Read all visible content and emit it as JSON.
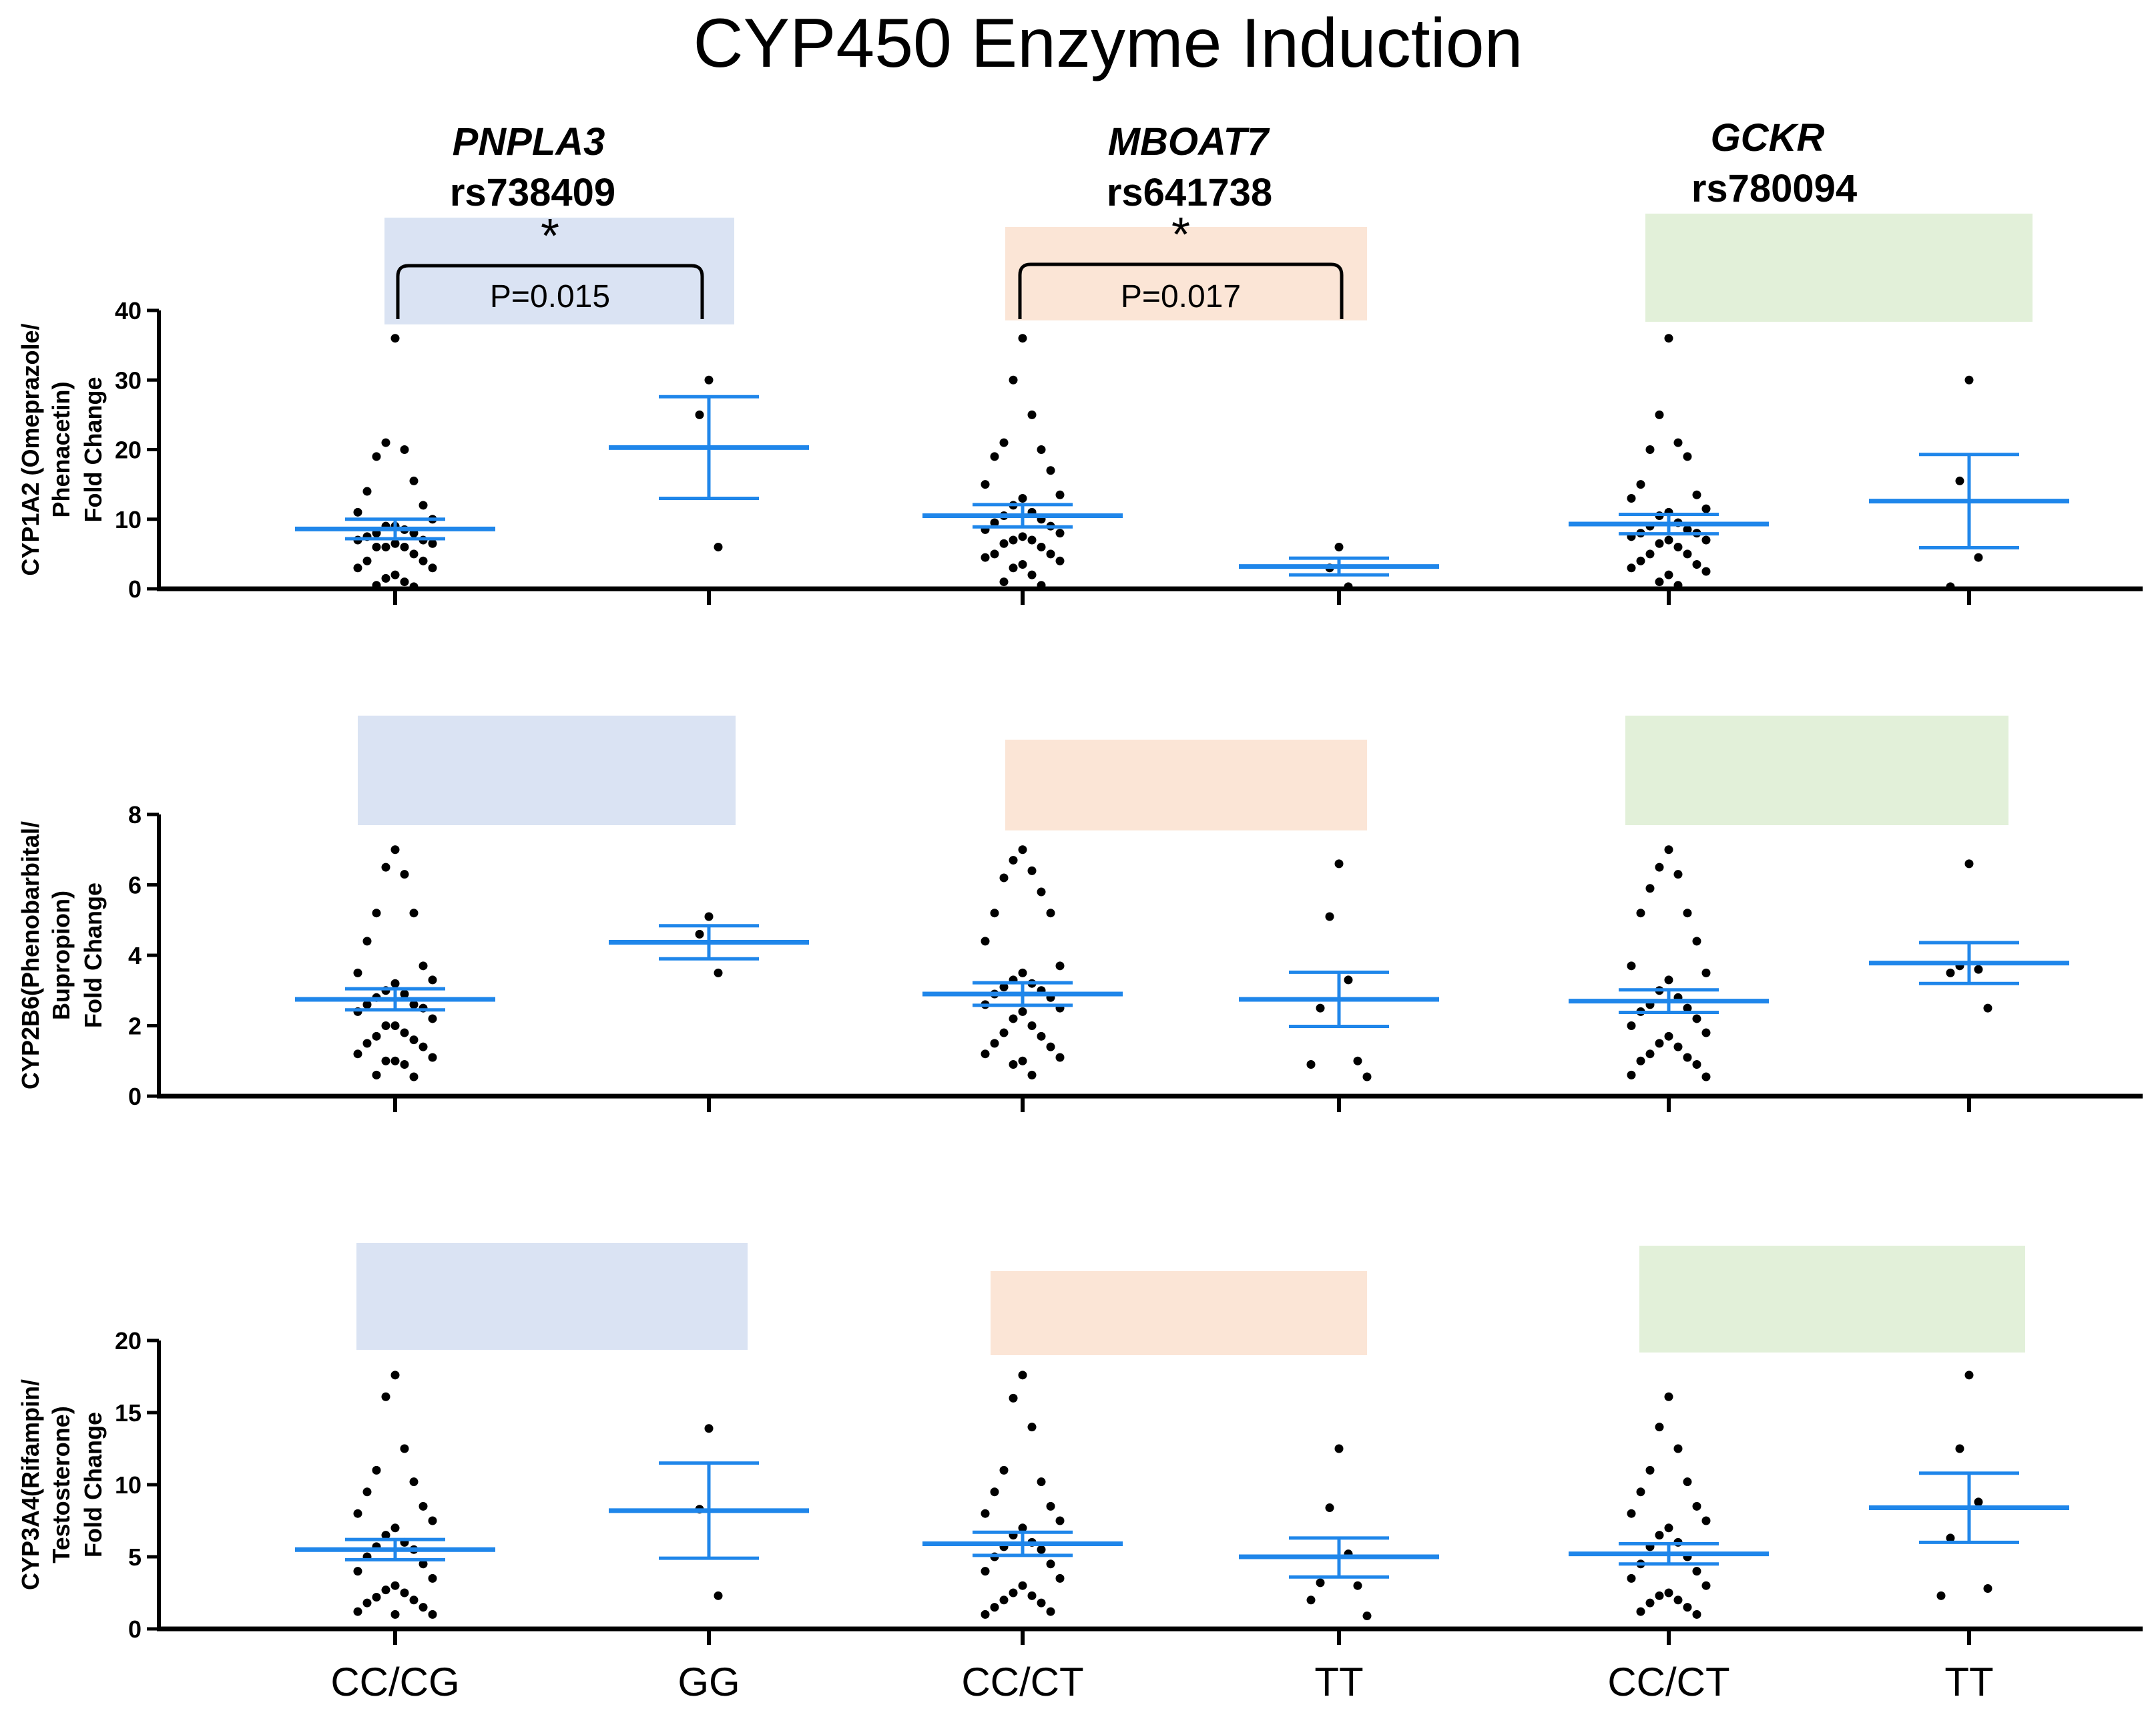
{
  "figure_title": "CYP450 Enzyme Induction",
  "genes": [
    {
      "name": "PNPLA3",
      "snp": "rs738409",
      "color": "#dae3f3"
    },
    {
      "name": "MBOAT7",
      "snp": "rs641738",
      "color": "#fbe5d6"
    },
    {
      "name": "GCKR",
      "snp": "rs780094",
      "color": "#e2f0d9"
    }
  ],
  "x_categories": [
    "CC/CG",
    "GG",
    "CC/CT",
    "TT",
    "CC/CT",
    "TT"
  ],
  "mean_color": "#1f86ea",
  "point_color": "#000000",
  "significance": [
    {
      "star": "*",
      "label": "P=0.015",
      "groups": [
        0,
        1
      ]
    },
    {
      "star": "*",
      "label": "P=0.017",
      "groups": [
        2,
        3
      ]
    }
  ],
  "chart_data": [
    {
      "type": "scatter",
      "ylabel": [
        "CYP1A2 (Omeprazole/",
        "Phenacetin)",
        "Fold Change"
      ],
      "ylim": [
        0,
        40
      ],
      "yticks": [
        0,
        10,
        20,
        30,
        40
      ],
      "groups": [
        {
          "category": "CC/CG",
          "mean": 8.6,
          "sem_low": 7.2,
          "sem_high": 10.0,
          "points": [
            36,
            21,
            20,
            19,
            15.5,
            14,
            12,
            11,
            10,
            9,
            9,
            8.5,
            8,
            8,
            7.5,
            7,
            7,
            6.5,
            6.5,
            6,
            6,
            6,
            5,
            4,
            4,
            3,
            3,
            2,
            1.5,
            1,
            0.5,
            0.3
          ]
        },
        {
          "category": "GG",
          "mean": 20.3,
          "sem_low": 13.0,
          "sem_high": 27.6,
          "points": [
            30,
            25,
            6
          ]
        },
        {
          "category": "CC/CT",
          "mean": 10.5,
          "sem_low": 8.9,
          "sem_high": 12.1,
          "points": [
            36,
            30,
            25,
            21,
            20,
            19,
            17,
            15,
            13.5,
            13,
            12,
            11,
            10.5,
            10,
            9.5,
            9,
            8.5,
            8,
            7.5,
            7,
            7,
            6.5,
            6,
            5,
            5,
            4.5,
            4,
            3.5,
            3,
            2,
            1,
            0.5
          ]
        },
        {
          "category": "TT",
          "mean": 3.2,
          "sem_low": 2.0,
          "sem_high": 4.4,
          "points": [
            6,
            3,
            0.3
          ]
        },
        {
          "category": "CC/CT",
          "mean": 9.3,
          "sem_low": 7.9,
          "sem_high": 10.7,
          "points": [
            36,
            25,
            21,
            20,
            19,
            15,
            13.5,
            13,
            11.5,
            11,
            10.5,
            9.5,
            9,
            8.5,
            8,
            8,
            7.5,
            7,
            7,
            6.5,
            6,
            5,
            5,
            4,
            3.5,
            3,
            2.5,
            2,
            1,
            0.5
          ]
        },
        {
          "category": "TT",
          "mean": 12.6,
          "sem_low": 5.9,
          "sem_high": 19.3,
          "points": [
            30,
            15.5,
            4.5,
            0.3
          ]
        }
      ]
    },
    {
      "type": "scatter",
      "ylabel": [
        "CYP2B6(Phenobarbital/",
        "Bupropion)",
        "Fold Change"
      ],
      "ylim": [
        0,
        8
      ],
      "yticks": [
        0,
        2,
        4,
        6,
        8
      ],
      "groups": [
        {
          "category": "CC/CG",
          "mean": 2.75,
          "sem_low": 2.45,
          "sem_high": 3.05,
          "points": [
            7.0,
            6.5,
            6.3,
            5.2,
            5.2,
            4.4,
            3.7,
            3.5,
            3.3,
            3.2,
            3.0,
            2.9,
            2.8,
            2.6,
            2.6,
            2.5,
            2.4,
            2.2,
            2.0,
            2.0,
            1.8,
            1.7,
            1.6,
            1.5,
            1.4,
            1.2,
            1.1,
            1.0,
            1.0,
            0.9,
            0.6,
            0.55
          ]
        },
        {
          "category": "GG",
          "mean": 4.37,
          "sem_low": 3.9,
          "sem_high": 4.84,
          "points": [
            5.1,
            4.6,
            3.5
          ]
        },
        {
          "category": "CC/CT",
          "mean": 2.9,
          "sem_low": 2.58,
          "sem_high": 3.22,
          "points": [
            7.0,
            6.7,
            6.4,
            6.2,
            5.8,
            5.2,
            5.2,
            4.4,
            3.7,
            3.5,
            3.3,
            3.2,
            3.1,
            3.0,
            2.9,
            2.8,
            2.6,
            2.5,
            2.4,
            2.2,
            2.0,
            1.8,
            1.7,
            1.5,
            1.4,
            1.2,
            1.1,
            1.0,
            0.9,
            0.6
          ]
        },
        {
          "category": "TT",
          "mean": 2.75,
          "sem_low": 1.98,
          "sem_high": 3.52,
          "points": [
            6.6,
            5.1,
            3.3,
            2.5,
            1.0,
            0.9,
            0.55
          ]
        },
        {
          "category": "CC/CT",
          "mean": 2.7,
          "sem_low": 2.38,
          "sem_high": 3.02,
          "points": [
            7.0,
            6.5,
            6.3,
            5.9,
            5.2,
            5.2,
            4.4,
            3.7,
            3.5,
            3.3,
            3.0,
            2.8,
            2.6,
            2.5,
            2.4,
            2.2,
            2.0,
            1.8,
            1.7,
            1.5,
            1.4,
            1.2,
            1.1,
            1.0,
            0.9,
            0.6,
            0.55
          ]
        },
        {
          "category": "TT",
          "mean": 3.78,
          "sem_low": 3.2,
          "sem_high": 4.36,
          "points": [
            6.6,
            3.7,
            3.6,
            3.5,
            2.5
          ]
        }
      ]
    },
    {
      "type": "scatter",
      "ylabel": [
        "CYP3A4(Rifampin/",
        "Testosterone)",
        "Fold Change"
      ],
      "ylim": [
        0,
        20
      ],
      "yticks": [
        0,
        5,
        10,
        15,
        20
      ],
      "groups": [
        {
          "category": "CC/CG",
          "mean": 5.5,
          "sem_low": 4.8,
          "sem_high": 6.2,
          "points": [
            17.6,
            16.1,
            12.5,
            11.0,
            10.2,
            9.5,
            8.5,
            8.0,
            7.5,
            7.0,
            6.5,
            6.0,
            5.7,
            5.5,
            5.0,
            4.5,
            4.0,
            3.5,
            3.0,
            2.7,
            2.5,
            2.2,
            2.0,
            1.8,
            1.5,
            1.2,
            1.0,
            1.0
          ]
        },
        {
          "category": "GG",
          "mean": 8.2,
          "sem_low": 4.9,
          "sem_high": 11.5,
          "points": [
            13.9,
            8.3,
            2.3
          ]
        },
        {
          "category": "CC/CT",
          "mean": 5.9,
          "sem_low": 5.1,
          "sem_high": 6.7,
          "points": [
            17.6,
            16.0,
            14.0,
            11.0,
            10.2,
            9.5,
            8.5,
            8.0,
            7.5,
            7.0,
            6.5,
            6.0,
            5.7,
            5.5,
            5.0,
            4.5,
            4.0,
            3.5,
            3.0,
            2.5,
            2.3,
            2.0,
            1.8,
            1.5,
            1.2,
            1.0
          ]
        },
        {
          "category": "TT",
          "mean": 5.0,
          "sem_low": 3.6,
          "sem_high": 6.3,
          "points": [
            12.5,
            8.4,
            5.2,
            3.2,
            3.0,
            2.0,
            0.9
          ]
        },
        {
          "category": "CC/CT",
          "mean": 5.2,
          "sem_low": 4.5,
          "sem_high": 5.9,
          "points": [
            16.1,
            14.0,
            12.5,
            11.0,
            10.2,
            9.5,
            8.5,
            8.0,
            7.5,
            7.0,
            6.5,
            6.0,
            5.7,
            5.0,
            4.5,
            4.0,
            3.5,
            3.0,
            2.5,
            2.3,
            2.0,
            1.8,
            1.5,
            1.2,
            1.0
          ]
        },
        {
          "category": "TT",
          "mean": 8.4,
          "sem_low": 6.0,
          "sem_high": 10.8,
          "points": [
            17.6,
            12.5,
            8.8,
            6.3,
            2.8,
            2.3
          ]
        }
      ]
    }
  ]
}
